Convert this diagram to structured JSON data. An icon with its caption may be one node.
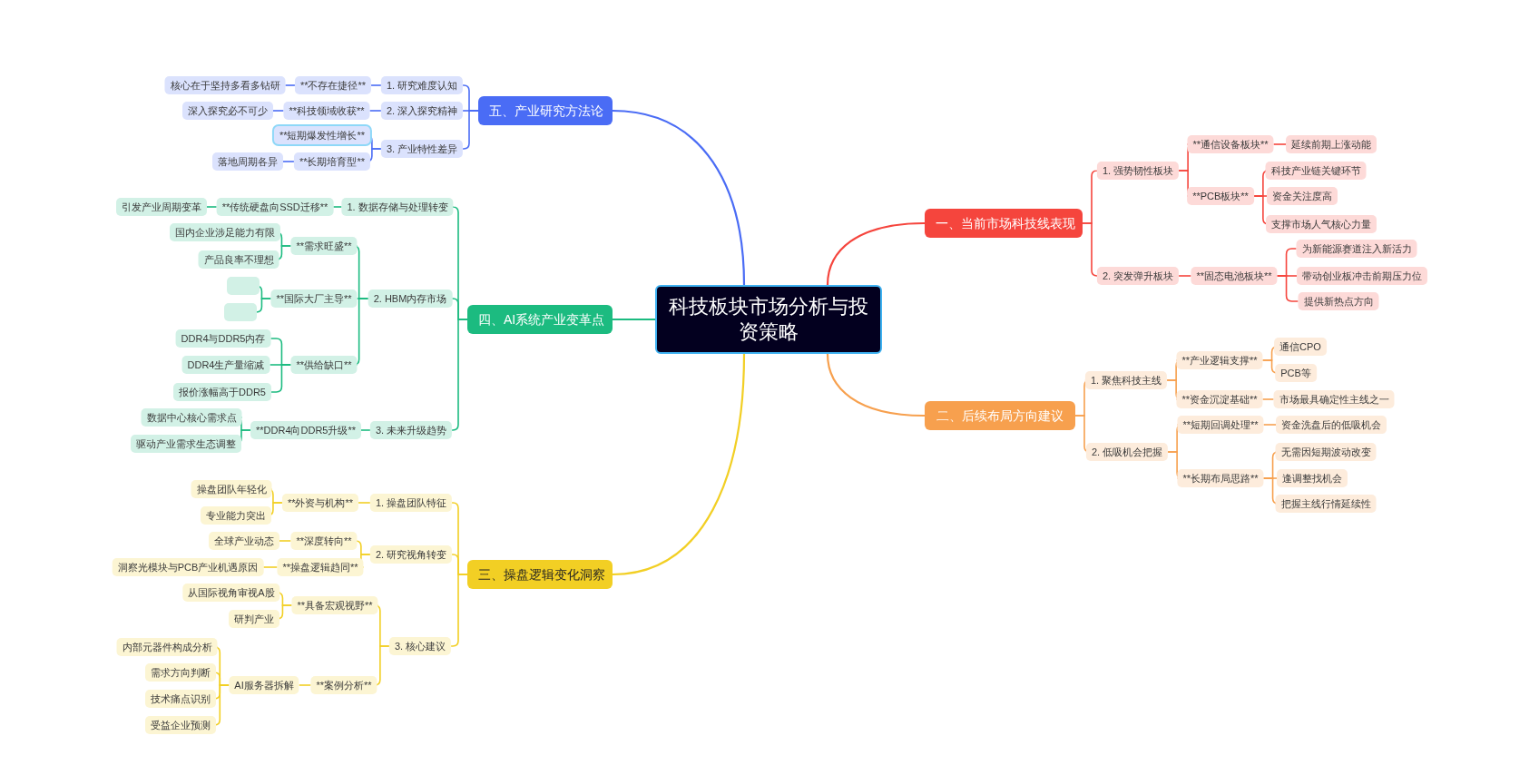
{
  "diagram": {
    "nodes": [
      {
        "text": [
          "科技板块市场分析与投资策略"
        ]
      },
      {
        "text": [
          "一、当前市场科技线表现"
        ]
      },
      {
        "text": [
          "1. 强势韧性板块"
        ]
      },
      {
        "text": [
          "**通信设备板块**"
        ]
      },
      {
        "text": [
          "延续前期上涨动能"
        ]
      },
      {
        "text": [
          "**PCB板块**"
        ]
      },
      {
        "text": [
          "科技产业链关键环节"
        ]
      },
      {
        "text": [
          "资金关注度高"
        ]
      },
      {
        "text": [
          "支撑市场人气核心力量"
        ]
      },
      {
        "text": [
          "2. 突发弹升板块"
        ]
      },
      {
        "text": [
          "**固态电池板块**"
        ]
      },
      {
        "text": [
          "为新能源赛道注入新活力"
        ]
      },
      {
        "text": [
          "带动创业板冲击前期压力位"
        ]
      },
      {
        "text": [
          "提供新热点方向"
        ]
      },
      {
        "text": [
          "二、后续布局方向建议"
        ]
      },
      {
        "text": [
          "1. 聚焦科技主线"
        ]
      },
      {
        "text": [
          "**产业逻辑支撑**"
        ]
      },
      {
        "text": [
          "通信CPO"
        ]
      },
      {
        "text": [
          "PCB等"
        ]
      },
      {
        "text": [
          "**资金沉淀基础**"
        ]
      },
      {
        "text": [
          "市场最具确定性主线之一"
        ]
      },
      {
        "text": [
          "2. 低吸机会把握"
        ]
      },
      {
        "text": [
          "**短期回调处理**"
        ]
      },
      {
        "text": [
          "资金洗盘后的低吸机会"
        ]
      },
      {
        "text": [
          "**长期布局思路**"
        ]
      },
      {
        "text": [
          "无需因短期波动改变"
        ]
      },
      {
        "text": [
          "逢调整找机会"
        ]
      },
      {
        "text": [
          "把握主线行情延续性"
        ]
      },
      {
        "text": [
          "三、操盘逻辑变化洞察"
        ]
      },
      {
        "text": [
          "1. 操盘团队特征"
        ]
      },
      {
        "text": [
          "**外资与机构**"
        ]
      },
      {
        "text": [
          "操盘团队年轻化"
        ]
      },
      {
        "text": [
          "专业能力突出"
        ]
      },
      {
        "text": [
          "2. 研究视角转变"
        ]
      },
      {
        "text": [
          "**深度转向**"
        ]
      },
      {
        "text": [
          "全球产业动态"
        ]
      },
      {
        "text": [
          "**操盘逻辑趋同**"
        ]
      },
      {
        "text": [
          "洞察光模块与PCB产业机遇原因"
        ]
      },
      {
        "text": [
          "3. 核心建议"
        ]
      },
      {
        "text": [
          "**具备宏观视野**"
        ]
      },
      {
        "text": [
          "从国际视角审视A股"
        ]
      },
      {
        "text": [
          "研判产业"
        ]
      },
      {
        "text": [
          "**案例分析**"
        ]
      },
      {
        "text": [
          "AI服务器拆解"
        ]
      },
      {
        "text": [
          "内部元器件构成分析"
        ]
      },
      {
        "text": [
          "需求方向判断"
        ]
      },
      {
        "text": [
          "技术痛点识别"
        ]
      },
      {
        "text": [
          "受益企业预测"
        ]
      },
      {
        "text": [
          "四、AI系统产业变革点"
        ]
      },
      {
        "text": [
          "1. 数据存储与处理转变"
        ]
      },
      {
        "text": [
          "**传统硬盘向SSD迁移**"
        ]
      },
      {
        "text": [
          "引发产业周期变革"
        ]
      },
      {
        "text": [
          "2. HBM内存市场"
        ]
      },
      {
        "text": [
          "**需求旺盛**"
        ]
      },
      {
        "text": [
          "国内企业涉足能力有限"
        ]
      },
      {
        "text": [
          "产品良率不理想"
        ]
      },
      {
        "text": [
          "**国际大厂主导**"
        ]
      },
      {
        "text": [],
        "shape": "box"
      },
      {
        "text": [],
        "shape": "box"
      },
      {
        "text": [
          "**供给缺口**"
        ]
      },
      {
        "text": [
          "DDR4与DDR5内存"
        ]
      },
      {
        "text": [
          "DDR4生产量缩减"
        ]
      },
      {
        "text": [
          "报价涨幅高于DDR5"
        ]
      },
      {
        "text": [
          "3. 未来升级趋势"
        ]
      },
      {
        "text": [
          "**DDR4向DDR5升级**"
        ]
      },
      {
        "text": [
          "数据中心核心需求点"
        ]
      },
      {
        "text": [
          "驱动产业需求生态调整"
        ]
      },
      {
        "text": [
          "五、产业研究方法论"
        ]
      },
      {
        "text": [
          "1. 研究难度认知"
        ]
      },
      {
        "text": [
          "**不存在捷径**"
        ]
      },
      {
        "text": [
          "核心在于坚持多看多钻研"
        ]
      },
      {
        "text": [
          "2. 深入探究精神"
        ]
      },
      {
        "text": [
          "**科技领域收获**"
        ]
      },
      {
        "text": [
          "深入探究必不可少"
        ]
      },
      {
        "text": [
          "3. 产业特性差异"
        ]
      },
      {
        "text": [
          "**短期爆发性增长**"
        ]
      },
      {
        "text": [
          "**长期培育型**"
        ]
      },
      {
        "text": [
          "落地周期各异"
        ]
      }
    ],
    "edges": [
      {
        "from": 0,
        "to": 1,
        "arrow": "none",
        "color": "#f5453d"
      },
      {
        "from": 1,
        "to": 2,
        "arrow": "none",
        "color": "#f5453d"
      },
      {
        "from": 2,
        "to": 3,
        "arrow": "none",
        "color": "#f5453d"
      },
      {
        "from": 3,
        "to": 4,
        "arrow": "none",
        "color": "#f5453d"
      },
      {
        "from": 2,
        "to": 5,
        "arrow": "none",
        "color": "#f5453d"
      },
      {
        "from": 5,
        "to": 6,
        "arrow": "none",
        "color": "#f5453d"
      },
      {
        "from": 5,
        "to": 7,
        "arrow": "none",
        "color": "#f5453d"
      },
      {
        "from": 5,
        "to": 8,
        "arrow": "none",
        "color": "#f5453d"
      },
      {
        "from": 1,
        "to": 9,
        "arrow": "none",
        "color": "#f5453d"
      },
      {
        "from": 9,
        "to": 10,
        "arrow": "none",
        "color": "#f5453d"
      },
      {
        "from": 10,
        "to": 11,
        "arrow": "none",
        "color": "#f5453d"
      },
      {
        "from": 10,
        "to": 12,
        "arrow": "none",
        "color": "#f5453d"
      },
      {
        "from": 10,
        "to": 13,
        "arrow": "none",
        "color": "#f5453d"
      },
      {
        "from": 0,
        "to": 14,
        "arrow": "none",
        "color": "#f7a04e"
      },
      {
        "from": 14,
        "to": 15,
        "arrow": "none",
        "color": "#f7a04e"
      },
      {
        "from": 15,
        "to": 16,
        "arrow": "none",
        "color": "#f7a04e"
      },
      {
        "from": 16,
        "to": 17,
        "arrow": "none",
        "color": "#f7a04e"
      },
      {
        "from": 16,
        "to": 18,
        "arrow": "none",
        "color": "#f7a04e"
      },
      {
        "from": 15,
        "to": 19,
        "arrow": "none",
        "color": "#f7a04e"
      },
      {
        "from": 19,
        "to": 20,
        "arrow": "none",
        "color": "#f7a04e"
      },
      {
        "from": 14,
        "to": 21,
        "arrow": "none",
        "color": "#f7a04e"
      },
      {
        "from": 21,
        "to": 22,
        "arrow": "none",
        "color": "#f7a04e"
      },
      {
        "from": 22,
        "to": 23,
        "arrow": "none",
        "color": "#f7a04e"
      },
      {
        "from": 21,
        "to": 24,
        "arrow": "none",
        "color": "#f7a04e"
      },
      {
        "from": 24,
        "to": 25,
        "arrow": "none",
        "color": "#f7a04e"
      },
      {
        "from": 24,
        "to": 26,
        "arrow": "none",
        "color": "#f7a04e"
      },
      {
        "from": 24,
        "to": 27,
        "arrow": "none",
        "color": "#f7a04e"
      },
      {
        "from": 0,
        "to": 28,
        "arrow": "none",
        "color": "#f2cf24"
      },
      {
        "from": 28,
        "to": 29,
        "arrow": "none",
        "color": "#f2cf24"
      },
      {
        "from": 29,
        "to": 30,
        "arrow": "none",
        "color": "#f2cf24"
      },
      {
        "from": 30,
        "to": 31,
        "arrow": "none",
        "color": "#f2cf24"
      },
      {
        "from": 30,
        "to": 32,
        "arrow": "none",
        "color": "#f2cf24"
      },
      {
        "from": 28,
        "to": 33,
        "arrow": "none",
        "color": "#f2cf24"
      },
      {
        "from": 33,
        "to": 34,
        "arrow": "none",
        "color": "#f2cf24"
      },
      {
        "from": 34,
        "to": 35,
        "arrow": "none",
        "color": "#f2cf24"
      },
      {
        "from": 33,
        "to": 36,
        "arrow": "none",
        "color": "#f2cf24"
      },
      {
        "from": 36,
        "to": 37,
        "arrow": "none",
        "color": "#f2cf24"
      },
      {
        "from": 28,
        "to": 38,
        "arrow": "none",
        "color": "#f2cf24"
      },
      {
        "from": 38,
        "to": 39,
        "arrow": "none",
        "color": "#f2cf24"
      },
      {
        "from": 39,
        "to": 40,
        "arrow": "none",
        "color": "#f2cf24"
      },
      {
        "from": 39,
        "to": 41,
        "arrow": "none",
        "color": "#f2cf24"
      },
      {
        "from": 38,
        "to": 42,
        "arrow": "none",
        "color": "#f2cf24"
      },
      {
        "from": 42,
        "to": 43,
        "arrow": "none",
        "color": "#f2cf24"
      },
      {
        "from": 43,
        "to": 44,
        "arrow": "none",
        "color": "#f2cf24"
      },
      {
        "from": 43,
        "to": 45,
        "arrow": "none",
        "color": "#f2cf24"
      },
      {
        "from": 43,
        "to": 46,
        "arrow": "none",
        "color": "#f2cf24"
      },
      {
        "from": 43,
        "to": 47,
        "arrow": "none",
        "color": "#f2cf24"
      },
      {
        "from": 0,
        "to": 48,
        "arrow": "none",
        "color": "#1cbb80"
      },
      {
        "from": 48,
        "to": 49,
        "arrow": "none",
        "color": "#1cbb80"
      },
      {
        "from": 49,
        "to": 50,
        "arrow": "none",
        "color": "#1cbb80"
      },
      {
        "from": 50,
        "to": 51,
        "arrow": "none",
        "color": "#1cbb80"
      },
      {
        "from": 48,
        "to": 52,
        "arrow": "none",
        "color": "#1cbb80"
      },
      {
        "from": 52,
        "to": 53,
        "arrow": "none",
        "color": "#1cbb80"
      },
      {
        "from": 53,
        "to": 54,
        "arrow": "none",
        "color": "#1cbb80"
      },
      {
        "from": 53,
        "to": 55,
        "arrow": "none",
        "color": "#1cbb80"
      },
      {
        "from": 52,
        "to": 56,
        "arrow": "none",
        "color": "#1cbb80"
      },
      {
        "from": 56,
        "to": 57,
        "arrow": "none",
        "color": "#1cbb80"
      },
      {
        "from": 56,
        "to": 58,
        "arrow": "none",
        "color": "#1cbb80"
      },
      {
        "from": 52,
        "to": 59,
        "arrow": "none",
        "color": "#1cbb80"
      },
      {
        "from": 59,
        "to": 60,
        "arrow": "none",
        "color": "#1cbb80"
      },
      {
        "from": 59,
        "to": 61,
        "arrow": "none",
        "color": "#1cbb80"
      },
      {
        "from": 59,
        "to": 62,
        "arrow": "none",
        "color": "#1cbb80"
      },
      {
        "from": 48,
        "to": 63,
        "arrow": "none",
        "color": "#1cbb80"
      },
      {
        "from": 63,
        "to": 64,
        "arrow": "none",
        "color": "#1cbb80"
      },
      {
        "from": 64,
        "to": 65,
        "arrow": "none",
        "color": "#1cbb80"
      },
      {
        "from": 64,
        "to": 66,
        "arrow": "none",
        "color": "#1cbb80"
      },
      {
        "from": 0,
        "to": 67,
        "arrow": "none",
        "color": "#4a6cf5"
      },
      {
        "from": 67,
        "to": 68,
        "arrow": "none",
        "color": "#4a6cf5"
      },
      {
        "from": 68,
        "to": 69,
        "arrow": "none",
        "color": "#4a6cf5"
      },
      {
        "from": 69,
        "to": 70,
        "arrow": "none",
        "color": "#4a6cf5"
      },
      {
        "from": 67,
        "to": 71,
        "arrow": "none",
        "color": "#4a6cf5"
      },
      {
        "from": 71,
        "to": 72,
        "arrow": "none",
        "color": "#4a6cf5"
      },
      {
        "from": 72,
        "to": 73,
        "arrow": "none",
        "color": "#4a6cf5"
      },
      {
        "from": 67,
        "to": 74,
        "arrow": "none",
        "color": "#4a6cf5"
      },
      {
        "from": 74,
        "to": 75,
        "arrow": "none",
        "color": "#4a6cf5"
      },
      {
        "from": 74,
        "to": 76,
        "arrow": "none",
        "color": "#4a6cf5"
      },
      {
        "from": 76,
        "to": 77,
        "arrow": "none",
        "color": "#4a6cf5"
      }
    ]
  }
}
